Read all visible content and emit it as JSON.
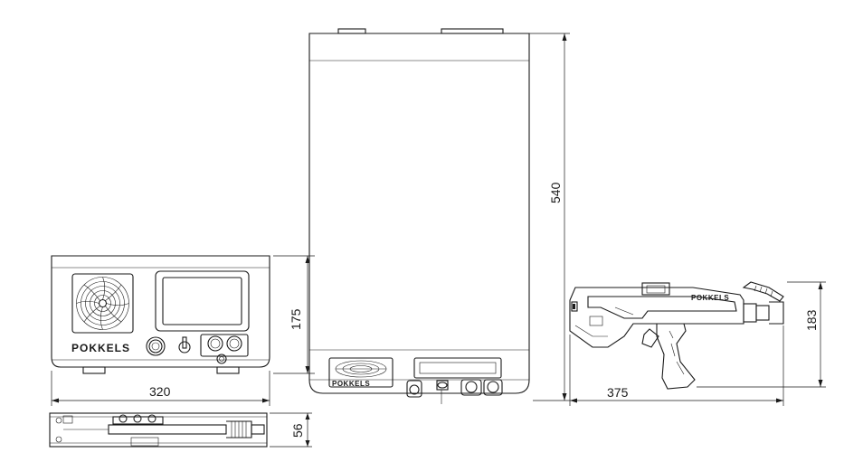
{
  "brand": "POKKELS",
  "dimensions": {
    "front_width": "320",
    "front_height": "175",
    "top_depth": "56",
    "main_height": "540",
    "gun_length": "375",
    "gun_height": "183"
  }
}
